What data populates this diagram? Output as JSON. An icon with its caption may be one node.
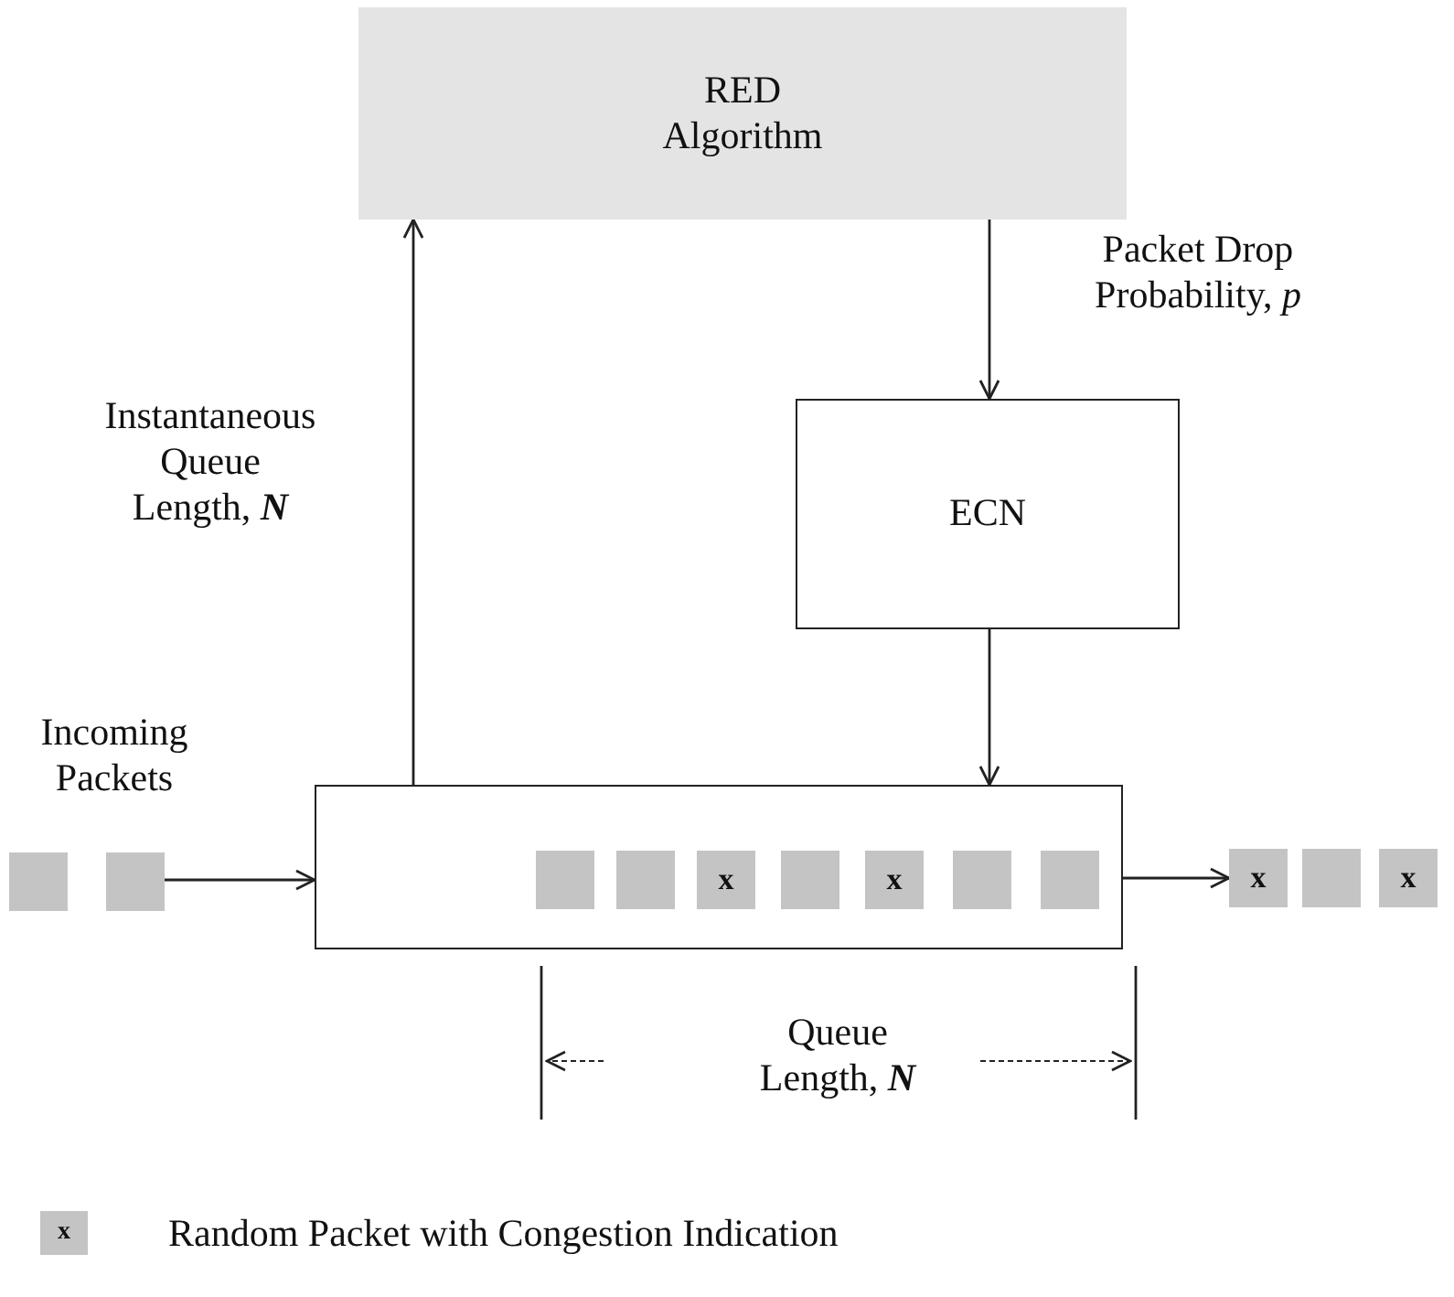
{
  "diagram": {
    "nodes": [
      {
        "text": [
          "RED Algorithm"
        ]
      },
      {
        "text": [
          "ECN"
        ]
      },
      {
        "text": [],
        "shape": "box"
      },
      {
        "text": [],
        "shape": "box"
      },
      {
        "text": [],
        "shape": "box"
      },
      {
        "text": [],
        "shape": "box",
        "in": 2
      },
      {
        "text": [],
        "shape": "box",
        "in": 2
      },
      {
        "text": [
          "x"
        ],
        "in": 2
      },
      {
        "text": [],
        "shape": "box",
        "in": 2
      },
      {
        "text": [
          "x"
        ],
        "in": 2
      },
      {
        "text": [],
        "shape": "box",
        "in": 2
      },
      {
        "text": [],
        "shape": "box",
        "in": 2
      },
      {
        "text": [
          "x"
        ]
      },
      {
        "text": [],
        "shape": "box"
      },
      {
        "text": [
          "x"
        ]
      }
    ],
    "edges": [
      {
        "from": 2,
        "to": 0,
        "arrow": "to",
        "label": "Instantaneous Queue Length, **N**"
      },
      {
        "from": 0,
        "to": 1,
        "arrow": "to",
        "label": "Packet Drop Probability, *p*"
      },
      {
        "from": 1,
        "to": 2,
        "arrow": "to"
      },
      {
        "from": 4,
        "to": 2,
        "arrow": "to"
      },
      {
        "from": 2,
        "to": 12,
        "arrow": "to"
      }
    ],
    "labels": [
      "Incoming Packets",
      "Queue Length, **N**",
      "x"
    ],
    "legend": [
      {
        "text": "Random Packet with Congestion Indication"
      }
    ]
  }
}
